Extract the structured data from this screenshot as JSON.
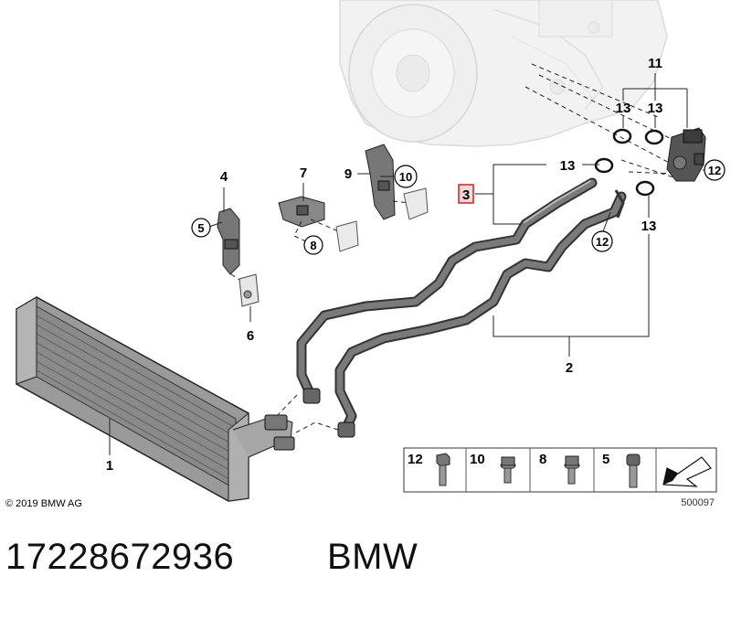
{
  "callouts": {
    "c1": "1",
    "c2": "2",
    "c3": "3",
    "c4": "4",
    "c5": "5",
    "c6": "6",
    "c7": "7",
    "c8": "8",
    "c9": "9",
    "c10": "10",
    "c11": "11",
    "c12a": "12",
    "c12b": "12",
    "c13a": "13",
    "c13b": "13",
    "c13c": "13",
    "c13d": "13"
  },
  "legend": {
    "items": [
      {
        "number": "12"
      },
      {
        "number": "10"
      },
      {
        "number": "8"
      },
      {
        "number": "5"
      }
    ],
    "doc_number": "500097"
  },
  "copyright": "© 2019 BMW AG",
  "footer": {
    "part_number": "17228672936",
    "brand": "BMW"
  }
}
